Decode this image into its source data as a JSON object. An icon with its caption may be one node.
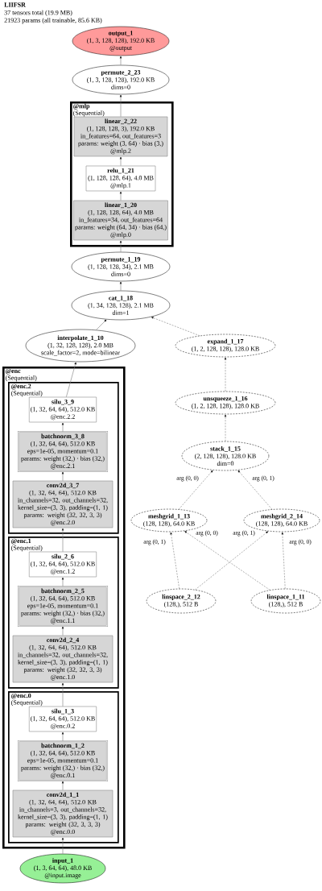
{
  "diagram": {
    "title": "LIIFSR",
    "nodes": [
      {
        "text": [
          "output_1",
          "(1, 3, 128, 128), 192.0 KB",
          "@output"
        ]
      },
      {
        "text": [
          "permute_2_23",
          "(1, 3, 128, 128), 192.0 KB",
          "dims=0"
        ]
      },
      {
        "text": [
          "@mlp",
          "(Sequential)"
        ]
      },
      {
        "text": [
          "linear_2_22",
          "(1, 128, 128, 3), 192.0 KB",
          "in_features=64, out_features=3",
          "params: weight (3, 64) · bias (3,)",
          "@mlp.2"
        ],
        "in": 2
      },
      {
        "text": [
          "relu_1_21",
          "(1, 128, 128, 64), 4.0 MB",
          "@mlp.1"
        ],
        "in": 2
      },
      {
        "text": [
          "linear_1_20",
          "(1, 128, 128, 64), 4.0 MB",
          "in_features=34, out_features=64",
          "params: weight (64, 34) · bias (64,)",
          "@mlp.0"
        ],
        "in": 2
      },
      {
        "text": [
          "permute_1_19",
          "(1, 128, 128, 34), 2.1 MB",
          "dims=0"
        ]
      },
      {
        "text": [
          "cat_1_18",
          "(1, 34, 128, 128), 2.1 MB",
          "dim=1"
        ]
      },
      {
        "text": [
          "interpolate_1_10",
          "(1, 32, 128, 128), 2.0 MB",
          "scale_factor=2, mode=bilinear"
        ]
      },
      {
        "text": [
          "expand_1_17",
          "(1, 2, 128, 128), 128.0 KB"
        ]
      },
      {
        "text": [
          "unsqueeze_1_16",
          "(1, 2, 128, 128), 128.0 KB"
        ]
      },
      {
        "text": [
          "stack_1_15",
          "(2, 128, 128), 128.0 KB",
          "dim=0"
        ]
      },
      {
        "text": [
          "meshgrid_1_13",
          "(128, 128), 64.0 KB"
        ]
      },
      {
        "text": [
          "meshgrid_2_14",
          "(128, 128), 64.0 KB"
        ]
      },
      {
        "text": [
          "linspace_2_12",
          "(128,), 512 B"
        ]
      },
      {
        "text": [
          "linspace_1_11",
          "(128,), 512 B"
        ]
      },
      {
        "text": [
          "@enc",
          "(Sequential)"
        ]
      },
      {
        "text": [
          "@enc.2",
          "(Sequential)"
        ],
        "in": 16
      },
      {
        "text": [
          "silu_3_9",
          "(1, 32, 64, 64), 512.0 KB",
          "@enc.2.2"
        ],
        "in": 17
      },
      {
        "text": [
          "batchnorm_3_8",
          "(1, 32, 64, 64), 512.0 KB",
          "eps=1e-05, momentum=0.1",
          "params: weight (32,) · bias (32,)",
          "@enc.2.1"
        ],
        "in": 17
      },
      {
        "text": [
          "conv2d_3_7",
          "(1, 32, 64, 64), 512.0 KB",
          "in_channels=32, out_channels=32, kernel_size=(3, 3), padding=(1, 1)",
          "params: weight (32, 32, 3, 3)",
          "@enc.2.0"
        ],
        "in": 17
      },
      {
        "text": [
          "@enc.1",
          "(Sequential)"
        ],
        "in": 16
      },
      {
        "text": [
          "silu_2_6",
          "(1, 32, 64, 64), 512.0 KB",
          "@enc.1.2"
        ],
        "in": 21
      },
      {
        "text": [
          "batchnorm_2_5",
          "(1, 32, 64, 64), 512.0 KB",
          "eps=1e-05, momentum=0.1",
          "params: weight (32,) · bias (32,)",
          "@enc.1.1"
        ],
        "in": 21
      },
      {
        "text": [
          "conv2d_2_4",
          "(1, 32, 64, 64), 512.0 KB",
          "in_channels=32, out_channels=32, kernel_size=(3, 3), padding=(1, 1)",
          "params: weight (32, 32, 3, 3)",
          "@enc.1.0"
        ],
        "in": 21
      },
      {
        "text": [
          "@enc.0",
          "(Sequential)"
        ],
        "in": 16
      },
      {
        "text": [
          "silu_1_3",
          "(1, 32, 64, 64), 512.0 KB",
          "@enc.0.2"
        ],
        "in": 25
      },
      {
        "text": [
          "batchnorm_1_2",
          "(1, 32, 64, 64), 512.0 KB",
          "eps=1e-05, momentum=0.1",
          "params: weight (32,) · bias (32,)",
          "@enc.0.1"
        ],
        "in": 25
      },
      {
        "text": [
          "conv2d_1_1",
          "(1, 32, 64, 64), 512.0 KB",
          "in_channels=3, out_channels=32, kernel_size=(3, 3), padding=(1, 1)",
          "params: weight (32, 3, 3, 3)",
          "@enc.0.0"
        ],
        "in": 25
      },
      {
        "text": [
          "input_1",
          "(1, 3, 64, 64), 48.0 KB",
          "@input.image"
        ]
      }
    ],
    "edges": [
      {
        "from": 29,
        "to": 28,
        "arrow": "to"
      },
      {
        "from": 28,
        "to": 27,
        "arrow": "to"
      },
      {
        "from": 27,
        "to": 26,
        "arrow": "to"
      },
      {
        "from": 26,
        "to": 24,
        "arrow": "to"
      },
      {
        "from": 24,
        "to": 23,
        "arrow": "to"
      },
      {
        "from": 23,
        "to": 22,
        "arrow": "to"
      },
      {
        "from": 22,
        "to": 20,
        "arrow": "to"
      },
      {
        "from": 20,
        "to": 19,
        "arrow": "to"
      },
      {
        "from": 19,
        "to": 18,
        "arrow": "to"
      },
      {
        "from": 18,
        "to": 8,
        "arrow": "to"
      },
      {
        "from": 8,
        "to": 7,
        "arrow": "to"
      },
      {
        "from": 14,
        "to": 12,
        "arrow": "to",
        "style": "dashed",
        "label": "arg (0, 1)"
      },
      {
        "from": 15,
        "to": 12,
        "arrow": "to",
        "style": "dashed",
        "label": "arg (0, 0)"
      },
      {
        "from": 14,
        "to": 13,
        "arrow": "to",
        "style": "dashed",
        "label": "arg (0, 1)"
      },
      {
        "from": 15,
        "to": 13,
        "arrow": "to",
        "style": "dashed",
        "label": "arg (0, 0)"
      },
      {
        "from": 12,
        "to": 11,
        "arrow": "to",
        "style": "dashed",
        "label": "arg (0, 0)"
      },
      {
        "from": 13,
        "to": 11,
        "arrow": "to",
        "style": "dashed",
        "label": "arg (0, 1)"
      },
      {
        "from": 11,
        "to": 10,
        "arrow": "to",
        "style": "dashed"
      },
      {
        "from": 10,
        "to": 9,
        "arrow": "to",
        "style": "dashed"
      },
      {
        "from": 9,
        "to": 7,
        "arrow": "to",
        "style": "dashed"
      },
      {
        "from": 7,
        "to": 6,
        "arrow": "to"
      },
      {
        "from": 6,
        "to": 5,
        "arrow": "to"
      },
      {
        "from": 5,
        "to": 4,
        "arrow": "to"
      },
      {
        "from": 4,
        "to": 3,
        "arrow": "to"
      },
      {
        "from": 3,
        "to": 1,
        "arrow": "to"
      },
      {
        "from": 1,
        "to": 0,
        "arrow": "to"
      }
    ],
    "labels": [
      "37 tensors total (19.9 MB)",
      "21923 params (all trainable, 85.6 KB)"
    ]
  }
}
